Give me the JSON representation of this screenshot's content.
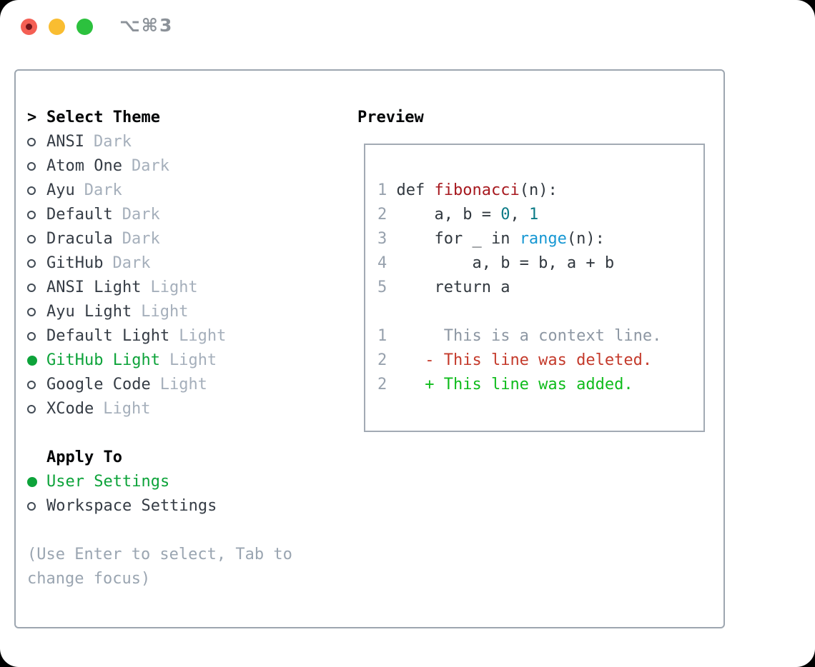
{
  "window": {
    "title": "⌥⌘3",
    "controls": [
      "close",
      "minimize",
      "zoom"
    ]
  },
  "dialog": {
    "selector": {
      "prompt": ">",
      "title": "Select Theme"
    },
    "themes": [
      {
        "name": "ANSI",
        "variant": "Dark",
        "selected": false
      },
      {
        "name": "Atom One",
        "variant": "Dark",
        "selected": false
      },
      {
        "name": "Ayu",
        "variant": "Dark",
        "selected": false
      },
      {
        "name": "Default",
        "variant": "Dark",
        "selected": false
      },
      {
        "name": "Dracula",
        "variant": "Dark",
        "selected": false
      },
      {
        "name": "GitHub",
        "variant": "Dark",
        "selected": false
      },
      {
        "name": "ANSI Light",
        "variant": "Light",
        "selected": false
      },
      {
        "name": "Ayu Light",
        "variant": "Light",
        "selected": false
      },
      {
        "name": "Default Light",
        "variant": "Light",
        "selected": false
      },
      {
        "name": "GitHub Light",
        "variant": "Light",
        "selected": true
      },
      {
        "name": "Google Code",
        "variant": "Light",
        "selected": false
      },
      {
        "name": "XCode",
        "variant": "Light",
        "selected": false
      }
    ],
    "apply_to": {
      "title": "Apply To",
      "options": [
        {
          "name": "User Settings",
          "selected": true
        },
        {
          "name": "Workspace Settings",
          "selected": false
        }
      ]
    },
    "hint": "(Use Enter to select, Tab to change focus)"
  },
  "preview": {
    "title": "Preview",
    "lines": [
      {
        "segments": [
          {
            "text": "1 ",
            "style": "ln"
          },
          {
            "text": "def ",
            "style": "code"
          },
          {
            "text": "fibonacci",
            "style": "func"
          },
          {
            "text": "(n):",
            "style": "code"
          }
        ]
      },
      {
        "segments": [
          {
            "text": "2 ",
            "style": "ln"
          },
          {
            "text": "    a, b = ",
            "style": "code"
          },
          {
            "text": "0",
            "style": "num"
          },
          {
            "text": ", ",
            "style": "code"
          },
          {
            "text": "1",
            "style": "num"
          }
        ]
      },
      {
        "segments": [
          {
            "text": "3 ",
            "style": "ln"
          },
          {
            "text": "    for _ in ",
            "style": "code"
          },
          {
            "text": "range",
            "style": "builtin"
          },
          {
            "text": "(n):",
            "style": "code"
          }
        ]
      },
      {
        "segments": [
          {
            "text": "4 ",
            "style": "ln"
          },
          {
            "text": "        a, b = b, a + b",
            "style": "code"
          }
        ]
      },
      {
        "segments": [
          {
            "text": "5 ",
            "style": "ln"
          },
          {
            "text": "    return a",
            "style": "code"
          }
        ]
      },
      {
        "segments": []
      },
      {
        "segments": [
          {
            "text": "1 ",
            "style": "ln"
          },
          {
            "text": "     This is a context line.",
            "style": "ctx"
          }
        ]
      },
      {
        "segments": [
          {
            "text": "2 ",
            "style": "ln"
          },
          {
            "text": "   - This line was deleted.",
            "style": "del"
          }
        ]
      },
      {
        "segments": [
          {
            "text": "2 ",
            "style": "ln"
          },
          {
            "text": "   + This line was added.",
            "style": "add"
          }
        ]
      }
    ]
  },
  "colors": {
    "accent": "#0da33a",
    "func_red": "#a7191f",
    "number_teal": "#0b7a86",
    "builtin_blue": "#1697d3",
    "deleted_red": "#c43a2b",
    "added_green": "#0fbc1c",
    "traffic_red": "#f45f54",
    "traffic_yellow": "#f9bd31",
    "traffic_green": "#2cc13e"
  }
}
